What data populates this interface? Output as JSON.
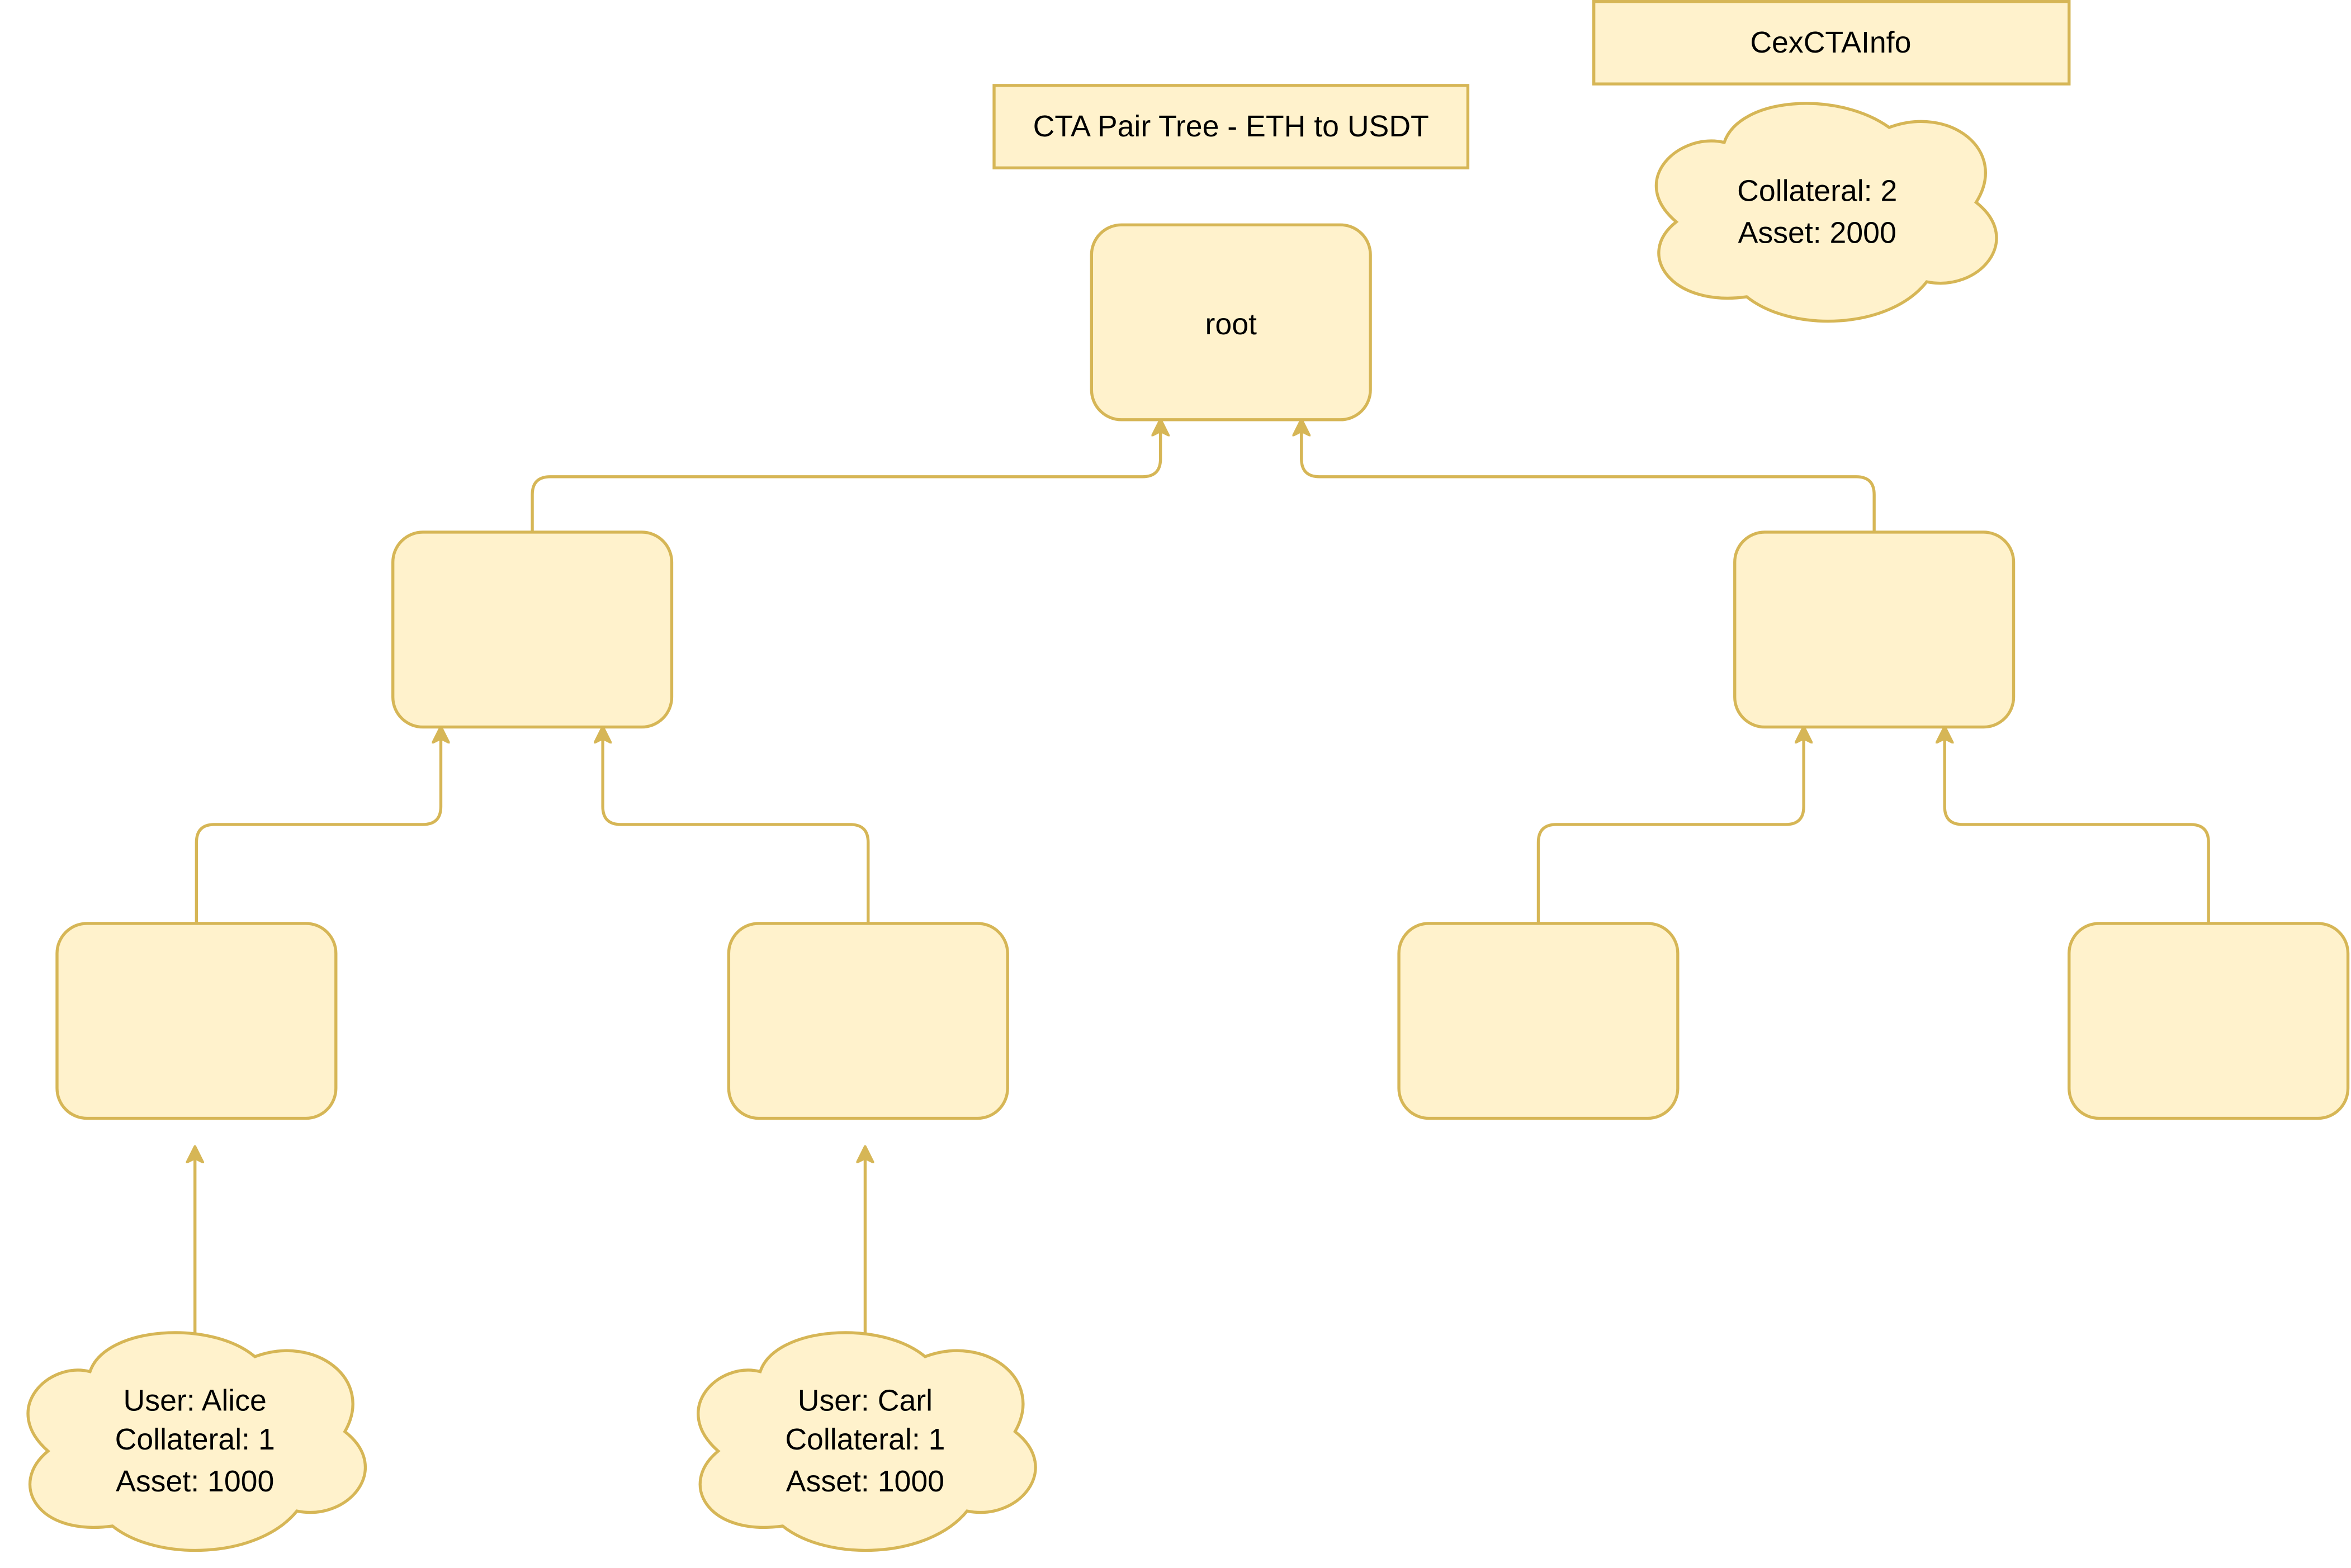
{
  "title": "CTA Pair Tree - ETH to USDT",
  "cex_info": {
    "label": "CexCTAInfo",
    "lines": [
      "Collateral: 2",
      "Asset: 2000"
    ]
  },
  "tree": {
    "root_label": "root",
    "level1": [
      "",
      ""
    ],
    "level2": [
      "",
      "",
      "",
      ""
    ]
  },
  "users": [
    {
      "lines": [
        "User: Alice",
        "Collateral: 1",
        "Asset: 1000"
      ]
    },
    {
      "lines": [
        "User: Carl",
        "Collateral: 1",
        "Asset: 1000"
      ]
    }
  ],
  "colors": {
    "fill": "#fff2cc",
    "stroke": "#d6b656",
    "background": "#ffffff",
    "text": "#000000"
  }
}
